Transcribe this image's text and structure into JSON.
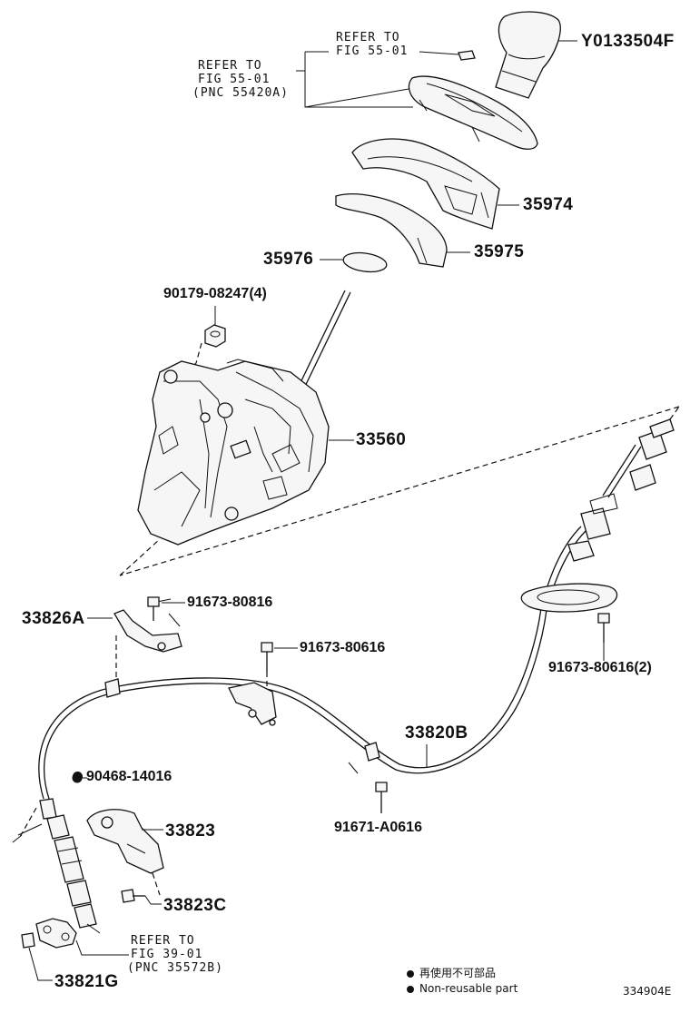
{
  "labels": {
    "knob": "Y0133504F",
    "refer_top_1": "REFER TO",
    "refer_top_2": "FIG 55-01",
    "refer_left_1": "REFER TO",
    "refer_left_2": "FIG 55-01",
    "refer_left_3": "(PNC 55420A)",
    "p35974": "35974",
    "p35975": "35975",
    "p35976": "35976",
    "p90179": "90179-08247(4)",
    "p33560": "33560",
    "p33826a": "33826A",
    "p91673_80816": "91673-80816",
    "p91673_80616": "91673-80616",
    "p91673_80616_2": "91673-80616(2)",
    "p33820b": "33820B",
    "p90468": "90468-14016",
    "p91671": "91671-A0616",
    "p33823": "33823",
    "p33823c": "33823C",
    "refer_bot_1": "REFER TO",
    "refer_bot_2": "FIG 39-01",
    "refer_bot_3": "(PNC 35572B)",
    "p33821g": "33821G"
  },
  "legend": {
    "reuse": "再使用不可部品",
    "nonreusable": "Non-reusable part"
  },
  "figure_id": "334904E",
  "colors": {
    "ink": "#111111",
    "background": "#ffffff"
  }
}
